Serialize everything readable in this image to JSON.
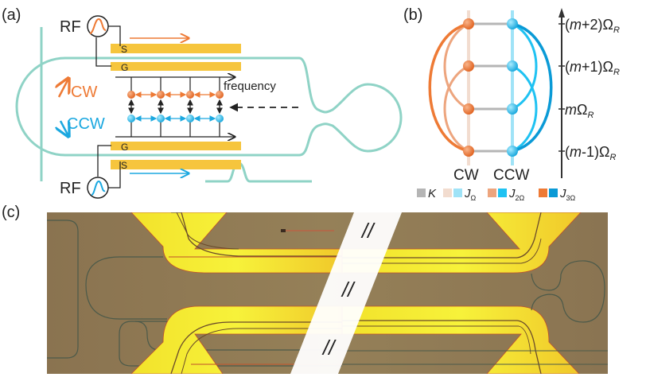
{
  "panels": {
    "a": {
      "label": "(a)",
      "rf_top": "RF",
      "rf_bottom": "RF",
      "electrode_top_signal": "S",
      "electrode_top_ground": "G",
      "electrode_bottom_ground": "G",
      "electrode_bottom_signal": "S",
      "cw_label": "CW",
      "ccw_label": "CCW",
      "axis_label": "frequency",
      "modes_per_row": 4
    },
    "b": {
      "label": "(b)",
      "cw_label": "CW",
      "ccw_label": "CCW",
      "levels": [
        {
          "prefix": "(",
          "m": "m",
          "suffix": "+2)",
          "omega": "Ω",
          "sub": "R"
        },
        {
          "prefix": "(",
          "m": "m",
          "suffix": "+1)",
          "omega": "Ω",
          "sub": "R"
        },
        {
          "prefix": "",
          "m": "m",
          "suffix": "",
          "omega": "Ω",
          "sub": "R"
        },
        {
          "prefix": "(",
          "m": "m",
          "suffix": "-1)",
          "omega": "Ω",
          "sub": "R"
        }
      ],
      "legend": [
        {
          "symbol": "K",
          "sub": "",
          "colors": [
            "#b5b5b5"
          ]
        },
        {
          "symbol": "J",
          "sub": "Ω",
          "colors": [
            "#f2dccf",
            "#9fe3f7"
          ]
        },
        {
          "symbol": "J",
          "sub": "2Ω",
          "colors": [
            "#eda57e",
            "#1fc2f2"
          ]
        },
        {
          "symbol": "J",
          "sub": "3Ω",
          "colors": [
            "#ee7a35",
            "#0a9ad6"
          ]
        }
      ]
    },
    "c": {
      "label": "(c)",
      "break_marks": [
        "//",
        "//",
        "//"
      ]
    }
  },
  "colors": {
    "waveguide": "#8fd3c6",
    "electrode": "#f6c53d",
    "cw": "#ee7a35",
    "ccw": "#1ba8e0",
    "coupling": "#b5b5b5",
    "chip_bg": "#8b7352",
    "gold": "#f0dc2a"
  }
}
